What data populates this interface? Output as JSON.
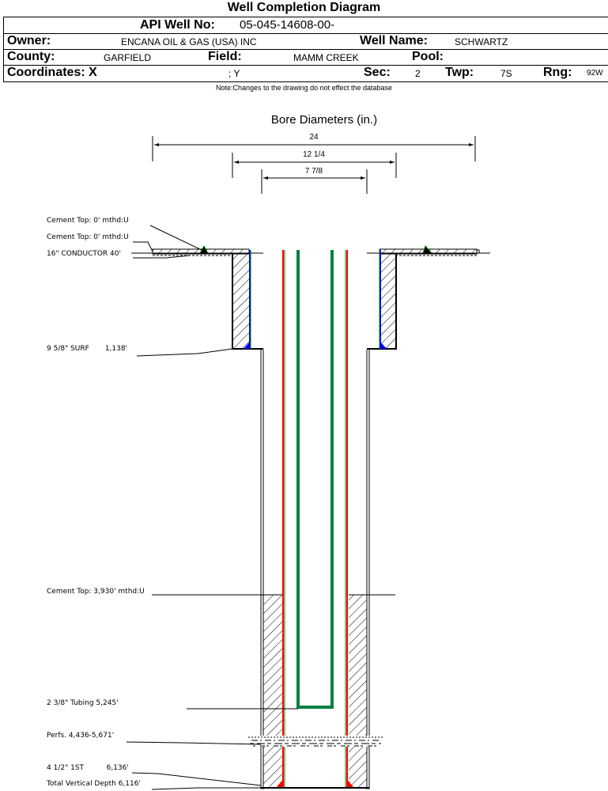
{
  "title": "Well Completion Diagram",
  "header": {
    "api_label": "API Well No:",
    "api_value": "05-045-14608-00-",
    "owner_label": "Owner:",
    "owner_value": "ENCANA OIL & GAS (USA) INC",
    "well_name_label": "Well Name:",
    "well_name_value": "SCHWARTZ",
    "county_label": "County:",
    "county_value": "GARFIELD",
    "field_label": "Field:",
    "field_value": "MAMM CREEK",
    "pool_label": "Pool:",
    "pool_value": "",
    "coords_label": "Coordinates: X",
    "coords_y": "; Y",
    "sec_label": "Sec:",
    "sec_value": "2",
    "twp_label": "Twp:",
    "twp_value": "7S",
    "rng_label": "Rng:",
    "rng_value": "92W"
  },
  "note": "Note:Changes to the drawing do not effect the database",
  "bore": {
    "title": "Bore Diameters (in.)",
    "diameters": [
      "24",
      "12 1/4",
      "7 7/8"
    ]
  },
  "callouts": {
    "cement_top_1": "Cement Top: 0' mthd:U",
    "cement_top_2": "Cement Top: 0' mthd:U",
    "conductor": "16\" CONDUCTOR  40'",
    "surface": "9 5/8\" SURF       1,138'",
    "cement_top_3": "Cement Top: 3,930' mthd:U",
    "tubing": "2 3/8\" Tubing 5,245'",
    "perfs": "Perfs. 4,436-5,671'",
    "production": "4 1/2\" 1ST          6,136'",
    "tvd": "Total Vertical Depth 6,116'"
  },
  "colors": {
    "surface_casing": "#0000ff",
    "production_casing": "#ff0000",
    "tubing": "#008040",
    "casing_outline": "#008000",
    "line": "#000000"
  }
}
